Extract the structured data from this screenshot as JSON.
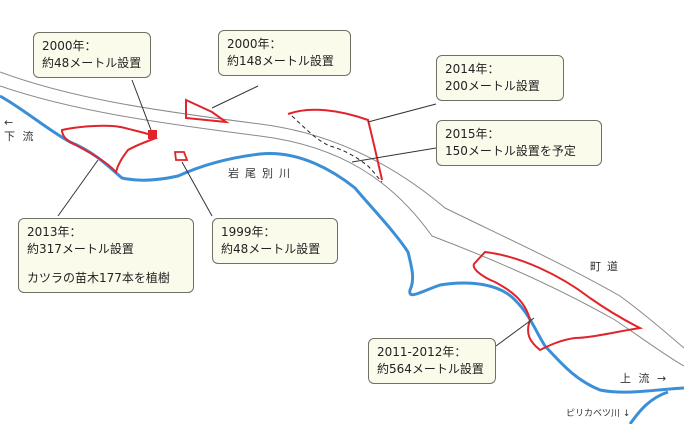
{
  "callouts": {
    "c2000a": {
      "year": "2000年：",
      "desc": "約48メートル設置"
    },
    "c2000b": {
      "year": "2000年：",
      "desc": "約148メートル設置"
    },
    "c2014": {
      "year": "2014年：",
      "desc": "200メートル設置"
    },
    "c2015": {
      "year": "2015年：",
      "desc": "150メートル設置を予定"
    },
    "c2013": {
      "year": "2013年：",
      "desc": "約317メートル設置",
      "note": "カツラの苗木177本を植樹"
    },
    "c1999": {
      "year": "1999年：",
      "desc": "約48メートル設置"
    },
    "c2011": {
      "year": "2011-2012年：",
      "desc": "約564メートル設置"
    }
  },
  "labels": {
    "downstream": "←\n下 流",
    "river_name": "岩尾別川",
    "road": "町道",
    "upstream": "上 流 →",
    "tributary": "ピリカベツ川 ↓"
  },
  "colors": {
    "river": "#3b8fd6",
    "fence": "#e0242a",
    "road_outline": "#8a8a8a",
    "leader": "#333333"
  }
}
